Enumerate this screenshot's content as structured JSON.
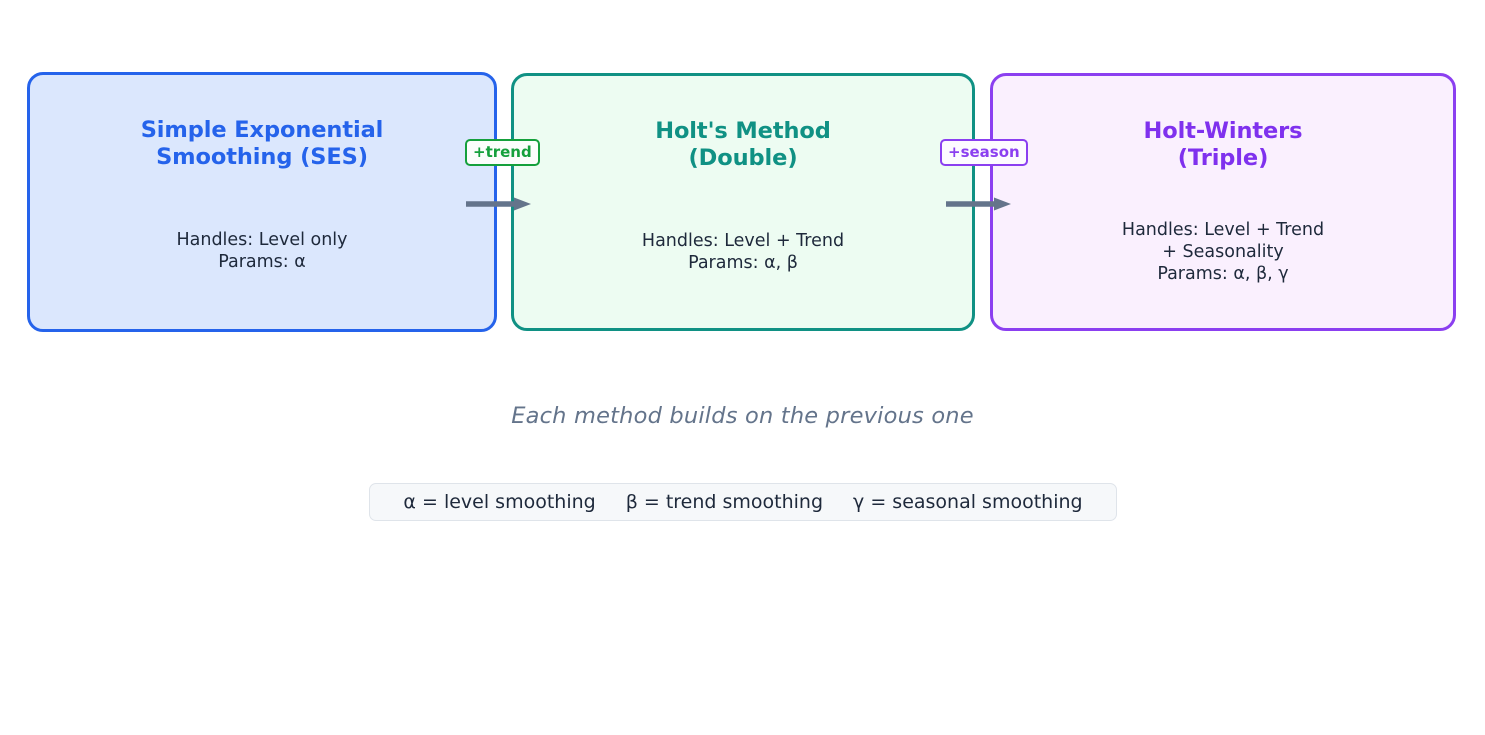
{
  "diagram": {
    "title_absent": true,
    "caption": "Each method builds on the previous one",
    "boxes": [
      {
        "id": "ses",
        "title": "Simple Exponential\nSmoothing (SES)",
        "body": "Handles: Level only\nParams: α",
        "border_color": "#2563eb",
        "fill_color": "#dbe7fd",
        "title_color": "#2563eb"
      },
      {
        "id": "holt",
        "title": "Holt's Method\n(Double)",
        "body": "Handles: Level + Trend\nParams: α, β",
        "border_color": "#109184",
        "fill_color": "#edfcf2",
        "title_color": "#109184"
      },
      {
        "id": "holt-winters",
        "title": "Holt-Winters\n(Triple)",
        "body": "Handles: Level + Trend\n+ Seasonality\nParams: α, β, γ",
        "border_color": "#8b3ff0",
        "fill_color": "#faf0fe",
        "title_color": "#7f31ee"
      }
    ],
    "edges": [
      {
        "id": "ses-to-holt",
        "label": "+trend",
        "color": "#15a03c",
        "arrow_color": "#64748b"
      },
      {
        "id": "holt-to-hw",
        "label": "+season",
        "color": "#8b3ff0",
        "arrow_color": "#64748b"
      }
    ],
    "legend": {
      "items": [
        "α = level smoothing",
        "β = trend smoothing",
        "γ = seasonal smoothing"
      ],
      "background": "#f6f8fa",
      "border": "#dfe4ea"
    },
    "caption_color": "#64748b"
  }
}
